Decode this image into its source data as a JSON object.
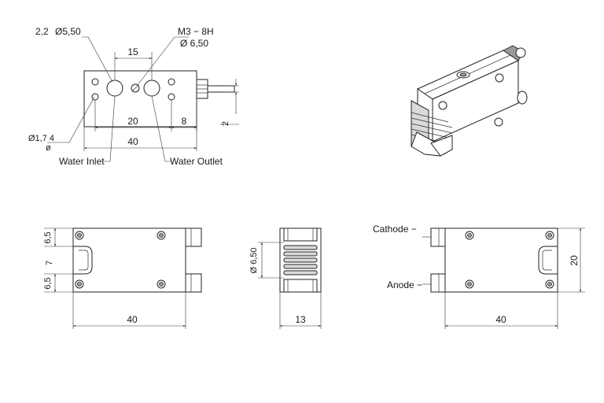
{
  "top_view": {
    "hole_small_label": "2,2",
    "hole_large_label": "Ø5,50",
    "thread_label": "M3 − 8H",
    "thread_dia_label": "Ø  6,50",
    "dim_15": "15",
    "dim_20": "20",
    "dim_8": "8",
    "dim_40": "40",
    "dim_small": "Ø1,7 4",
    "dim_small_2": "ø",
    "dim_side": "2",
    "water_inlet": "Water Inlet",
    "water_outlet": "Water Outlet"
  },
  "front_view": {
    "dim_top": "6,5",
    "dim_mid": "7",
    "dim_bottom": "6,5",
    "dim_width": "40"
  },
  "side_view": {
    "dim_dia": "Ø 6,50",
    "dim_width": "13"
  },
  "back_view": {
    "cathode": "Cathode −",
    "anode": "Anode −",
    "dim_height": "20",
    "dim_width": "40"
  }
}
